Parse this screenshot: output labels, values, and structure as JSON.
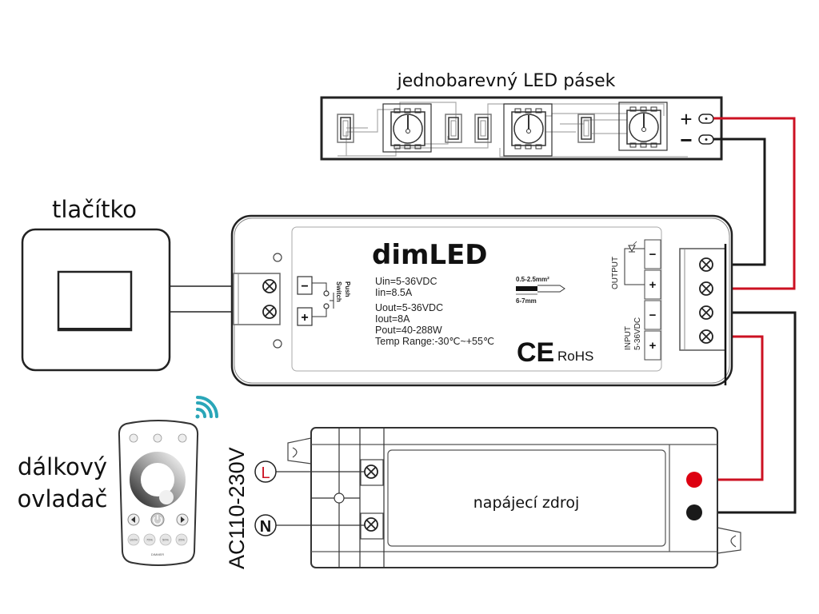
{
  "labels": {
    "led_strip": "jednobarevný LED pásek",
    "push_button": "tlačítko",
    "remote_line1": "dálkový",
    "remote_line2": "ovladač",
    "power_supply": "napájecí zdroj",
    "ac_input": "AC110-230V",
    "live": "L",
    "neutral": "N",
    "strip_plus": "+",
    "strip_minus": "−"
  },
  "controller": {
    "brand": "dimLED",
    "specs": [
      "Uin=5-36VDC",
      "Iin=8.5A",
      "Uout=5-36VDC",
      "Iout=8A",
      "Pout=40-288W",
      "Temp Range:-30℃~+55℃"
    ],
    "wire_gauge": "0.5-2.5mm²",
    "strip_length": "6-7mm",
    "push_switch_line1": "Push",
    "push_switch_line2": "Switch",
    "output_label": "OUTPUT",
    "input_label_line1": "INPUT",
    "input_label_line2": "5-36VDC",
    "terminal_minus": "−",
    "terminal_plus": "+",
    "ce_mark": "CE",
    "rohs": "RoHS"
  },
  "remote": {
    "buttons": [
      "100%",
      "75%",
      "50%",
      "25%"
    ],
    "model_text": "DIMMER"
  },
  "colors": {
    "wire_positive": "#cc1122",
    "wire_negative": "#1a1a1a",
    "wifi_signal": "#2aa6b8",
    "psu_terminal_positive": "#dd0011",
    "psu_terminal_negative": "#1a1a1a"
  }
}
